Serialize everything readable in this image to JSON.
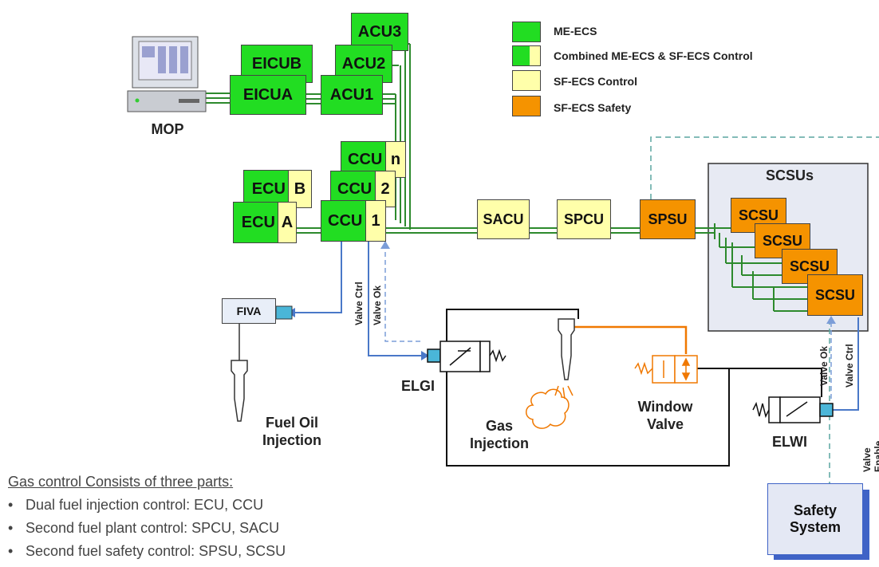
{
  "legend": [
    {
      "label": "ME-ECS",
      "fill": "#22dd22"
    },
    {
      "label": "Combined ME-ECS & SF-ECS Control",
      "fill": "split"
    },
    {
      "label": "SF-ECS Control",
      "fill": "#ffffaa"
    },
    {
      "label": "SF-ECS Safety",
      "fill": "#f59300"
    }
  ],
  "colors": {
    "green": "#22dd22",
    "yellow": "#ffffaa",
    "orange": "#f59300",
    "blue_line": "#4a78c8",
    "teal_dash": "#5aa6a0",
    "orange_pipe": "#f07800",
    "scsu_panel": "#e7eaf3"
  },
  "units": {
    "mop": "MOP",
    "eicua": "EICUA",
    "eicub": "EICUB",
    "acu1": "ACU1",
    "acu2": "ACU2",
    "acu3": "ACU3",
    "ecu_a_main": "ECU",
    "ecu_a_suffix": "A",
    "ecu_b_main": "ECU",
    "ecu_b_suffix": "B",
    "ccu1_main": "CCU",
    "ccu1_suffix": "1",
    "ccu2_main": "CCU",
    "ccu2_suffix": "2",
    "ccun_main": "CCU",
    "ccun_suffix": "n",
    "sacu": "SACU",
    "spcu": "SPCU",
    "spsu": "SPSU",
    "scsus_title": "SCSUs",
    "scsu": "SCSU",
    "fiva": "FIVA",
    "safety_system_line1": "Safety",
    "safety_system_line2": "System"
  },
  "labels": {
    "fuel_oil_line1": "Fuel Oil",
    "fuel_oil_line2": "Injection",
    "elgi": "ELGI",
    "gas_line1": "Gas",
    "gas_line2": "Injection",
    "window_line1": "Window",
    "window_line2": "Valve",
    "elwi": "ELWI",
    "valve_ctrl": "Valve Ctrl",
    "valve_ok": "Valve Ok",
    "valve_enable_line1": "Valve",
    "valve_enable_line2": "Enable"
  },
  "notes": {
    "heading": "Gas control Consists of three parts:",
    "items": [
      "Dual fuel injection control: ECU, CCU",
      "Second fuel plant control: SPCU, SACU",
      "Second fuel safety control: SPSU, SCSU"
    ]
  }
}
